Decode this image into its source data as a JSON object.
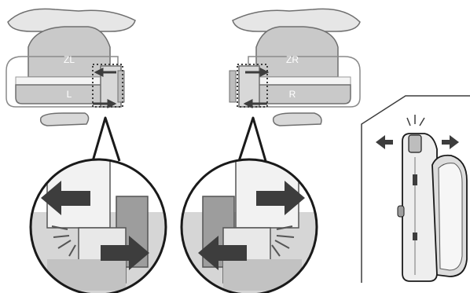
{
  "left_controller": {
    "trigger_label": "ZL",
    "button_label": "L"
  },
  "right_controller": {
    "trigger_label": "ZR",
    "button_label": "R"
  },
  "colors": {
    "outline": "#6f6f6f",
    "light_fill": "#e6e6e6",
    "mid_fill": "#c9c9c9",
    "dark_fill": "#9d9d9d",
    "arrow": "#3d3d3d"
  },
  "icons": [
    "left-arrow-icon",
    "right-arrow-icon",
    "click-burst-icon"
  ]
}
